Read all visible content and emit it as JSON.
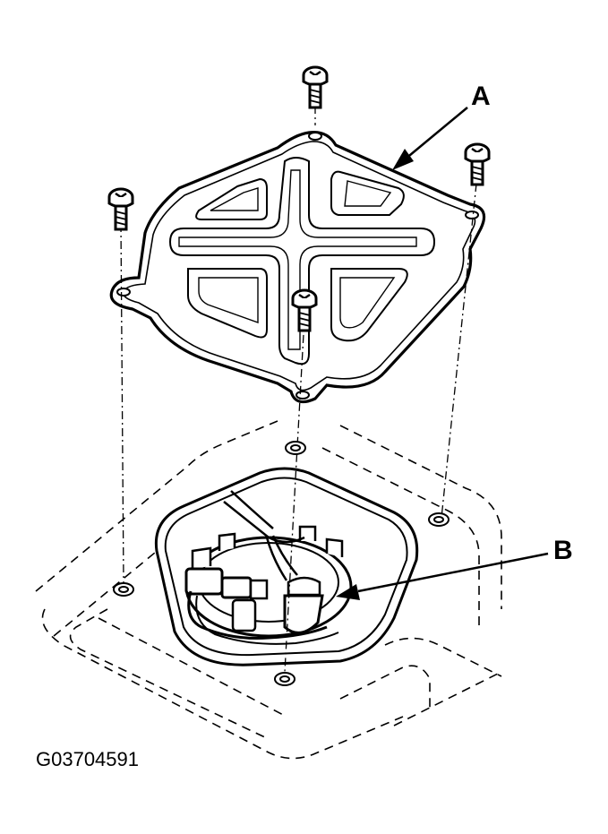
{
  "diagram": {
    "callouts": {
      "a": "A",
      "b": "B"
    },
    "figure_id": "G03704591",
    "colors": {
      "ink": "#000000",
      "paper": "#ffffff"
    }
  }
}
